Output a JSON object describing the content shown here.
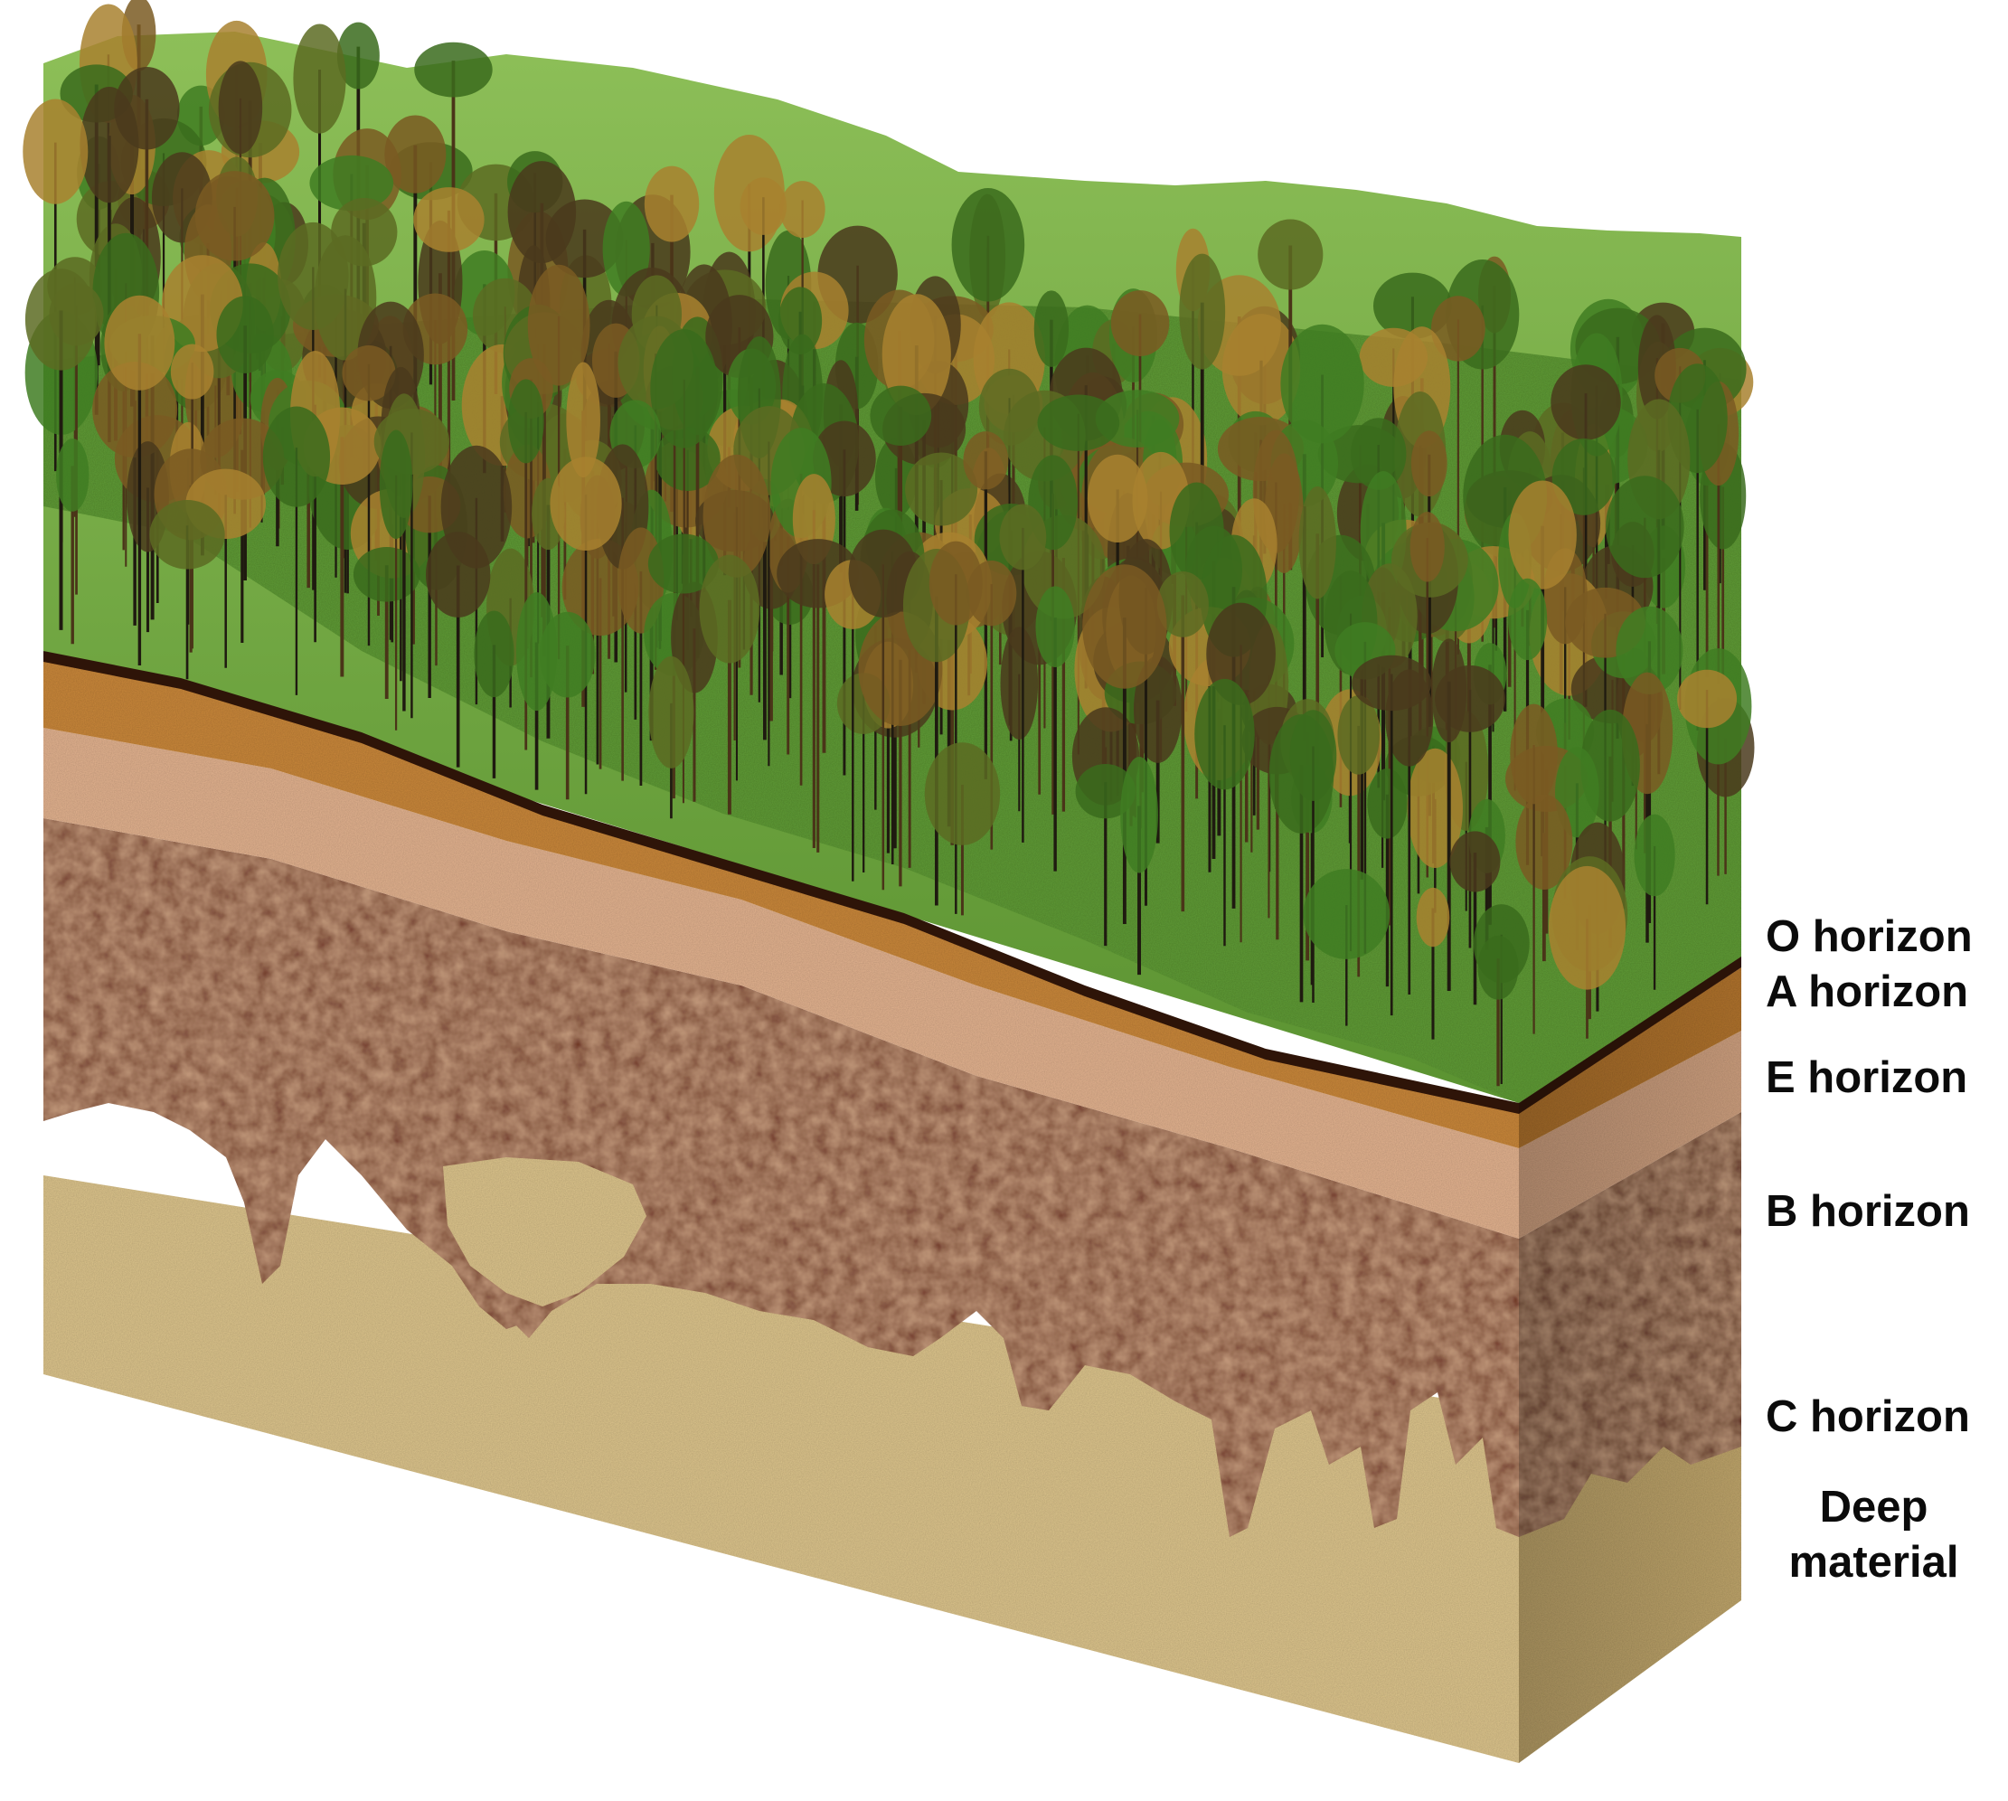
{
  "figure": {
    "horizon_labels": [
      {
        "id": "o",
        "text": "O horizon"
      },
      {
        "id": "a",
        "text": "A horizon"
      },
      {
        "id": "e",
        "text": "E horizon"
      },
      {
        "id": "b",
        "text": "B horizon"
      },
      {
        "id": "c",
        "text": "C horizon"
      }
    ],
    "deep_label": {
      "line1": "Deep",
      "line2": "material"
    }
  },
  "palette": {
    "grass": "#5f9a35",
    "hill": "#7fb14a",
    "forest_dark": "#4a3a1c",
    "forest_green": "#3f7d22",
    "forest_gold": "#a8812f",
    "o_horizon": "#2e1408",
    "a_horizon": "#c9873a",
    "e_horizon": "#e2b28f",
    "b_horizon": "#6e3420",
    "c_horizon": "#dcc48c",
    "c_side": "#c8ad70"
  }
}
